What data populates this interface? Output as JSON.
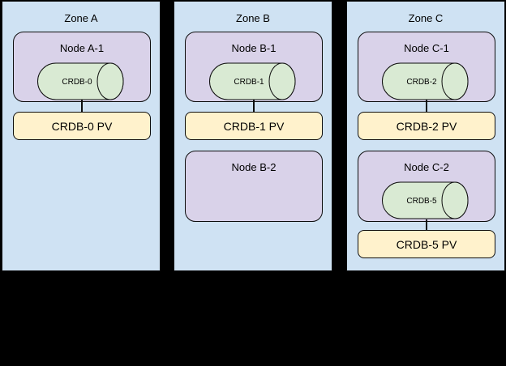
{
  "diagram": {
    "colors": {
      "background": "#000000",
      "zone_fill": "#cfe2f3",
      "node_fill": "#d9d2e9",
      "db_fill": "#d9ead3",
      "pv_fill": "#fff2cc",
      "border": "#0d0d0d",
      "text": "#000000"
    },
    "zones": [
      {
        "label": "Zone A",
        "nodes": [
          {
            "label": "Node A-1",
            "db_label": "CRDB-0",
            "pv_label": "CRDB-0 PV"
          }
        ]
      },
      {
        "label": "Zone B",
        "nodes": [
          {
            "label": "Node B-1",
            "db_label": "CRDB-1",
            "pv_label": "CRDB-1 PV"
          },
          {
            "label": "Node B-2"
          }
        ]
      },
      {
        "label": "Zone C",
        "nodes": [
          {
            "label": "Node C-1",
            "db_label": "CRDB-2",
            "pv_label": "CRDB-2 PV"
          },
          {
            "label": "Node C-2",
            "db_label": "CRDB-5",
            "pv_label": "CRDB-5 PV"
          }
        ]
      }
    ]
  }
}
